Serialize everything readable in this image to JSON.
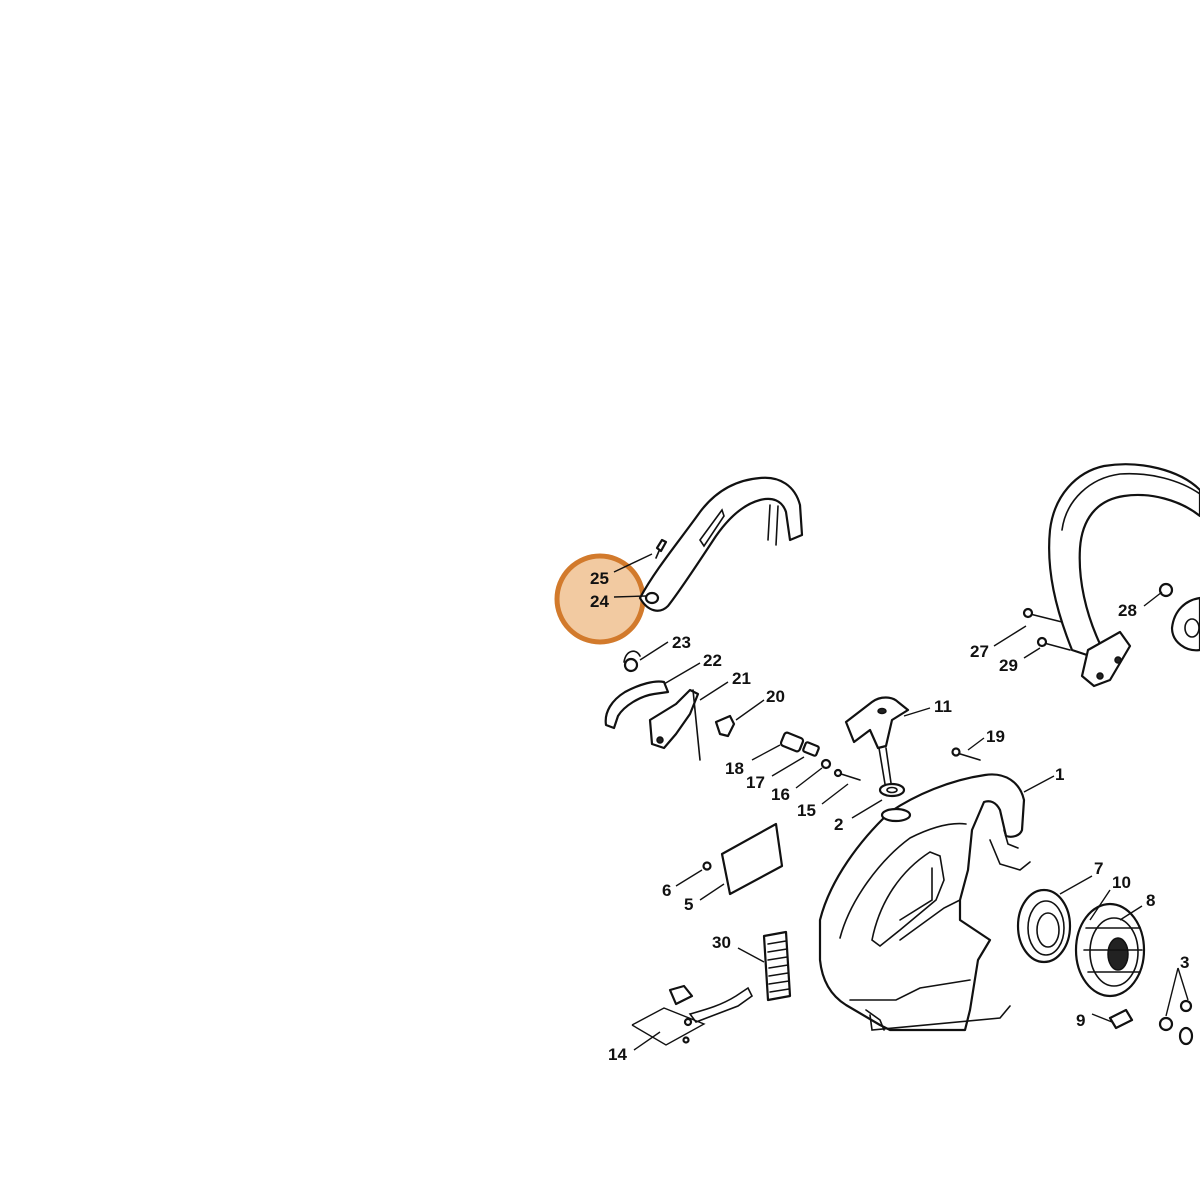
{
  "highlight": {
    "ring_color": "#d27a2c",
    "fill_color": "#f2caa1",
    "labels": [
      "25",
      "24"
    ]
  },
  "callouts": [
    {
      "id": "25",
      "label": "25"
    },
    {
      "id": "24",
      "label": "24"
    },
    {
      "id": "23",
      "label": "23"
    },
    {
      "id": "22",
      "label": "22"
    },
    {
      "id": "21",
      "label": "21"
    },
    {
      "id": "20",
      "label": "20"
    },
    {
      "id": "11",
      "label": "11"
    },
    {
      "id": "19",
      "label": "19"
    },
    {
      "id": "18",
      "label": "18"
    },
    {
      "id": "17",
      "label": "17"
    },
    {
      "id": "16",
      "label": "16"
    },
    {
      "id": "15",
      "label": "15"
    },
    {
      "id": "2",
      "label": "2"
    },
    {
      "id": "1",
      "label": "1"
    },
    {
      "id": "28",
      "label": "28"
    },
    {
      "id": "27",
      "label": "27"
    },
    {
      "id": "29",
      "label": "29"
    },
    {
      "id": "6",
      "label": "6"
    },
    {
      "id": "5",
      "label": "5"
    },
    {
      "id": "30",
      "label": "30"
    },
    {
      "id": "14",
      "label": "14"
    },
    {
      "id": "7",
      "label": "7"
    },
    {
      "id": "10",
      "label": "10"
    },
    {
      "id": "8",
      "label": "8"
    },
    {
      "id": "3",
      "label": "3"
    },
    {
      "id": "9",
      "label": "9"
    }
  ]
}
